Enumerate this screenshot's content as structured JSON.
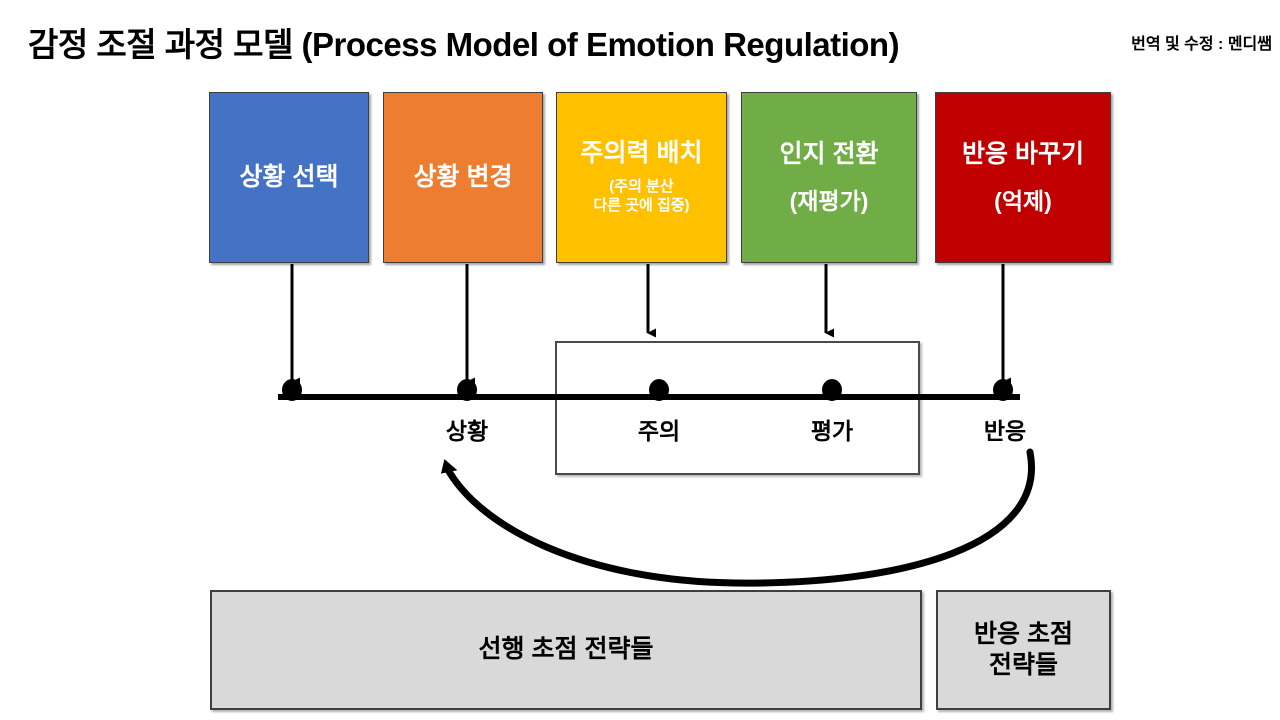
{
  "header": {
    "title": "감정 조절 과정 모델 (Process Model of Emotion Regulation)",
    "credit": "번역 및 수정 : 멘디쌤"
  },
  "strategy_boxes": [
    {
      "id": "situation-selection",
      "title": "상황 선택",
      "sub": "",
      "color": "#4472C4"
    },
    {
      "id": "situation-modification",
      "title": "상황 변경",
      "sub": "",
      "color": "#ED7D31"
    },
    {
      "id": "attentional-deployment",
      "title": "주의력 배치",
      "sub": "(주의 분산\n다른 곳에 집중)",
      "color": "#FFC000"
    },
    {
      "id": "cognitive-change",
      "title": "인지 전환",
      "sub": "(재평가)",
      "color": "#70AD47"
    },
    {
      "id": "response-modulation",
      "title": "반응 바꾸기",
      "sub": "(억제)",
      "color": "#C00000"
    }
  ],
  "timeline": {
    "nodes": [
      {
        "id": "node-unlabeled",
        "label": ""
      },
      {
        "id": "node-situation",
        "label": "상황"
      },
      {
        "id": "node-attention",
        "label": "주의"
      },
      {
        "id": "node-appraisal",
        "label": "평가"
      },
      {
        "id": "node-response",
        "label": "반응"
      }
    ]
  },
  "families": [
    {
      "id": "antecedent-focused",
      "label": "선행 초점 전략들"
    },
    {
      "id": "response-focused",
      "label": "반응 초점\n전략들"
    }
  ],
  "colors": {
    "box_blue": "#4472C4",
    "box_orange": "#ED7D31",
    "box_yellow": "#FFC000",
    "box_green": "#70AD47",
    "box_red": "#C00000",
    "family_gray": "#D9D9D9",
    "line_black": "#000000",
    "background": "#FFFFFF"
  }
}
